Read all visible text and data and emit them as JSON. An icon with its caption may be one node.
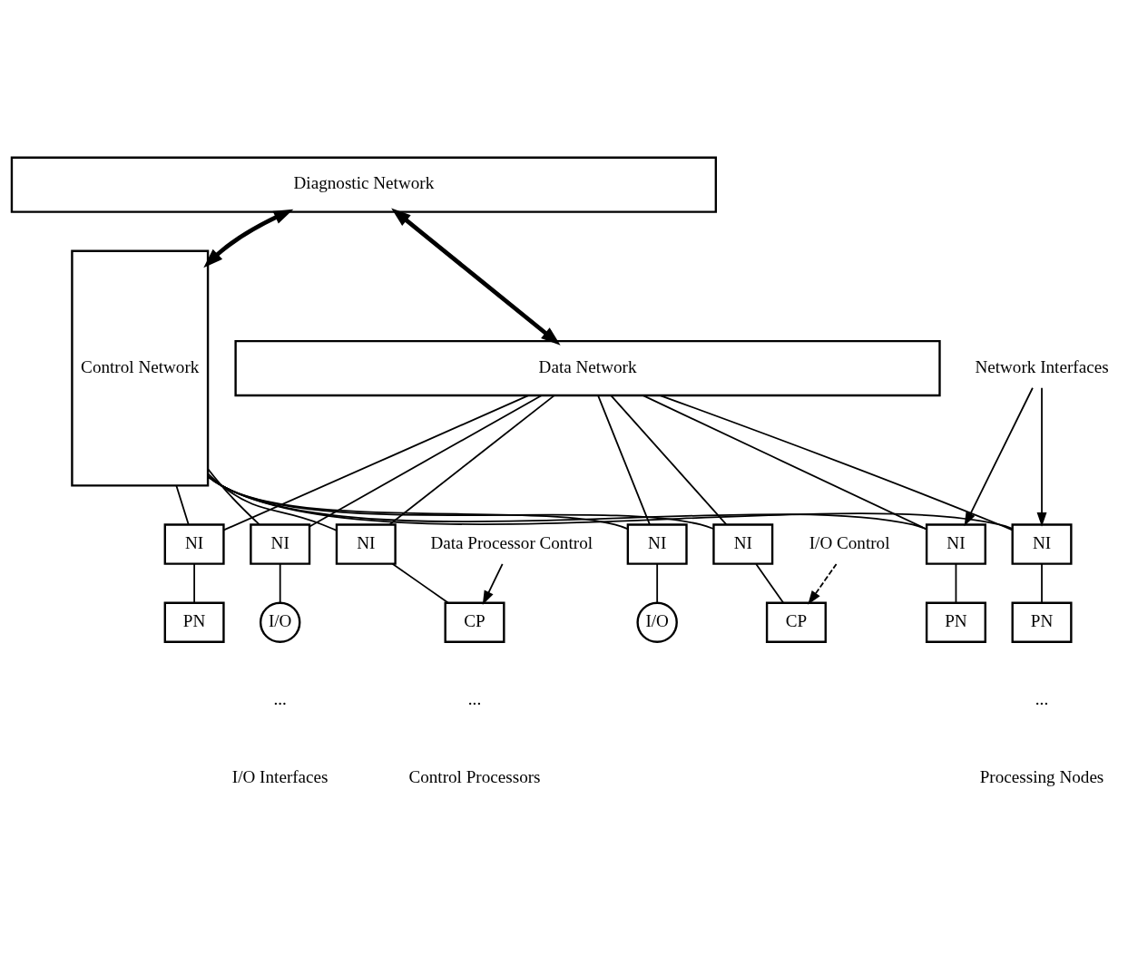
{
  "diagram": {
    "nodes": [
      {
        "text": [
          "Diagnostic Network"
        ]
      },
      {
        "text": [
          "Data Network"
        ]
      },
      {
        "text": [
          "Control Network"
        ]
      },
      {
        "text": [
          "NI"
        ]
      },
      {
        "text": [
          "PN"
        ]
      },
      {
        "text": [
          "NI"
        ]
      },
      {
        "text": [
          "PN"
        ]
      },
      {
        "text": [
          "NI"
        ]
      },
      {
        "text": [
          "PN"
        ]
      },
      {
        "text": [
          "NI"
        ]
      },
      {
        "text": [
          "CP"
        ]
      },
      {
        "text": [
          "NI"
        ]
      },
      {
        "text": [
          "CP"
        ]
      },
      {
        "text": [
          "NI"
        ]
      },
      {
        "text": [
          "I/O"
        ]
      },
      {
        "text": [
          "NI"
        ]
      },
      {
        "text": [
          "I/O"
        ]
      },
      {
        "text": [
          "Network Interfaces"
        ]
      },
      {
        "text": [
          "Data Processor Control"
        ]
      },
      {
        "text": [
          "I/O Control"
        ]
      }
    ],
    "edges": [
      {
        "from": 0,
        "to": 1,
        "arrow": "both",
        "style": "thick"
      },
      {
        "from": 2,
        "to": 0,
        "arrow": "both",
        "style": "thick"
      },
      {
        "from": 1,
        "to": 3,
        "arrow": "none"
      },
      {
        "from": 1,
        "to": 5,
        "arrow": "none"
      },
      {
        "from": 1,
        "to": 7,
        "arrow": "none"
      },
      {
        "from": 1,
        "to": 9,
        "arrow": "none"
      },
      {
        "from": 1,
        "to": 11,
        "arrow": "none"
      },
      {
        "from": 1,
        "to": 13,
        "arrow": "none"
      },
      {
        "from": 1,
        "to": 15,
        "arrow": "none"
      },
      {
        "from": 3,
        "to": 4,
        "arrow": "none"
      },
      {
        "from": 5,
        "to": 6,
        "arrow": "none"
      },
      {
        "from": 7,
        "to": 8,
        "arrow": "none"
      },
      {
        "from": 9,
        "to": 10,
        "arrow": "none"
      },
      {
        "from": 11,
        "to": 12,
        "arrow": "none"
      },
      {
        "from": 13,
        "to": 14,
        "arrow": "none"
      },
      {
        "from": 15,
        "to": 16,
        "arrow": "none"
      },
      {
        "from": 3,
        "to": 2,
        "arrow": "none"
      },
      {
        "from": 5,
        "to": 2,
        "arrow": "none"
      },
      {
        "from": 7,
        "to": 2,
        "arrow": "none"
      },
      {
        "from": 9,
        "to": 2,
        "arrow": "none"
      },
      {
        "from": 11,
        "to": 2,
        "arrow": "none"
      },
      {
        "from": 13,
        "to": 2,
        "arrow": "none"
      },
      {
        "from": 15,
        "to": 2,
        "arrow": "none"
      },
      {
        "from": 17,
        "to": 3,
        "arrow": "to"
      },
      {
        "from": 17,
        "to": 7,
        "arrow": "to"
      },
      {
        "from": 18,
        "to": 10,
        "arrow": "to"
      },
      {
        "from": 19,
        "to": 12,
        "arrow": "to",
        "style": "dashed"
      }
    ],
    "labels": [
      "...",
      "...",
      "...",
      "Processing Nodes",
      "Control Processors",
      "I/O Interfaces"
    ]
  }
}
